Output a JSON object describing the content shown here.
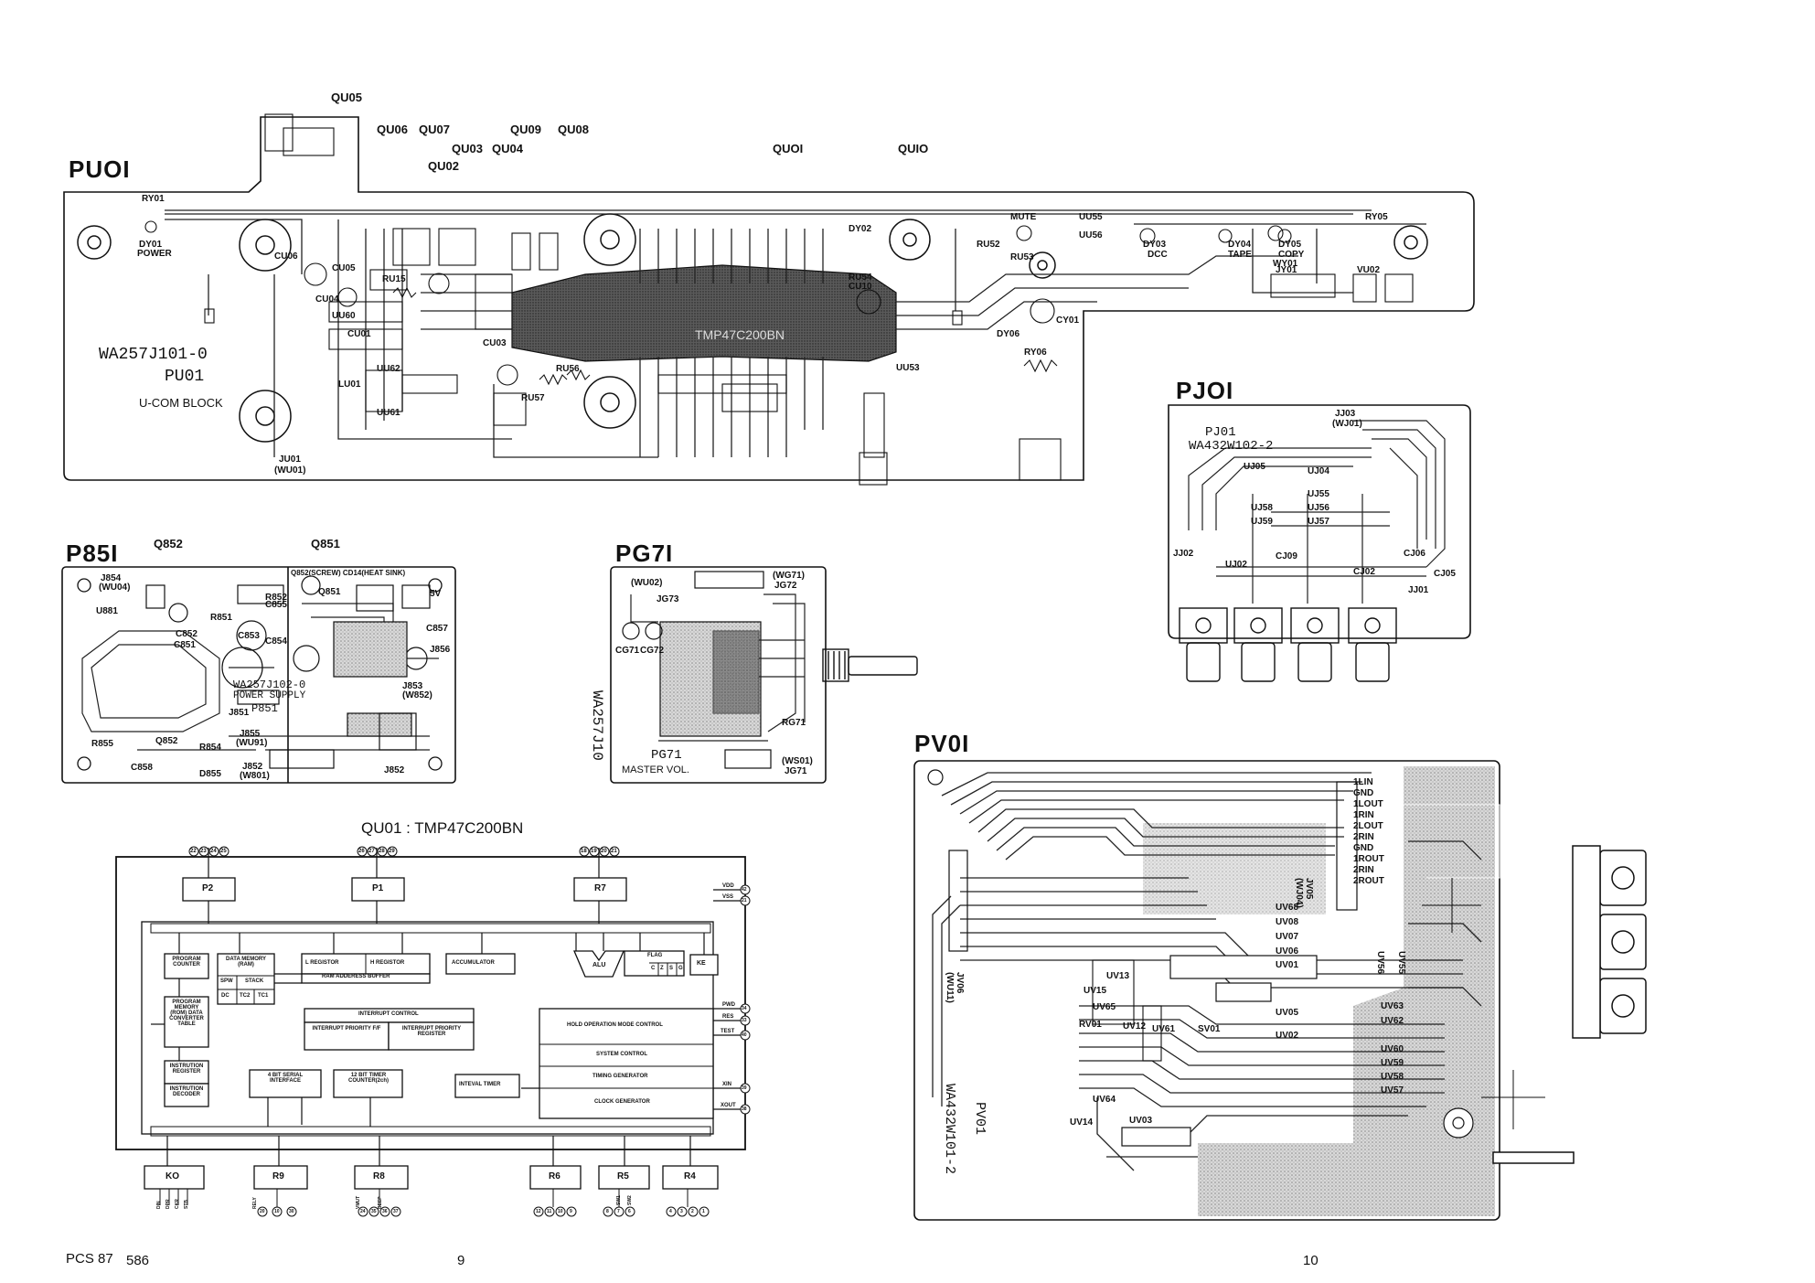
{
  "boards": {
    "pu01": {
      "title": "PUOI",
      "part_number": "WA257J101-0",
      "board_code": "PU01",
      "block_name": "U-COM BLOCK",
      "chip_marking": "TMP47C200BN",
      "connector": "JU01",
      "connector_alt": "(WU01)",
      "transistors": [
        "QU05",
        "QU06",
        "QU07",
        "QU09",
        "QU08",
        "QU03",
        "QU04",
        "QU02",
        "QUOI",
        "QUIO"
      ],
      "parts": [
        "RY01",
        "DY01",
        "POWER",
        "UU55",
        "UU56",
        "DY03",
        "DCC",
        "DY04",
        "TAPE",
        "DY05",
        "COPY",
        "RY05",
        "RY06",
        "RU52",
        "RU53",
        "RU54",
        "CU10",
        "DY06",
        "CY01",
        "UU53",
        "RU56",
        "RU57",
        "UU62",
        "UU61",
        "LU01",
        "CU01",
        "CU03",
        "CU04",
        "CU05",
        "CU06",
        "UU60",
        "RU15",
        "DY02",
        "MUTE",
        "JY01",
        "WY01",
        "VU02"
      ]
    },
    "pj01": {
      "title": "PJOI",
      "board_code": "PJ01",
      "part_number": "WA432W102-2",
      "parts": [
        "JJ03",
        "(WJ01)",
        "UJ04",
        "UJ05",
        "UJ55",
        "UJ56",
        "UJ57",
        "UJ58",
        "UJ59",
        "CJ06",
        "CJ05",
        "JJ01",
        "JJ02",
        "CJ09",
        "CJ02",
        "UJ02"
      ]
    },
    "p851": {
      "title": "P85I",
      "q_labels": [
        "Q852",
        "Q851"
      ],
      "part_number": "WA257J102-0",
      "subtitle": "POWER SUPPLY",
      "board_code": "P851",
      "heatsink_note": "Q852(SCREW) CD14(HEAT SINK)",
      "badge": "5V",
      "parts": [
        "J854",
        "(WU04)",
        "U881",
        "C855",
        "Q851",
        "R852",
        "R851",
        "C853",
        "C854",
        "C852",
        "C851",
        "C857",
        "J856",
        "J853",
        "(W852)",
        "R855",
        "Q852",
        "R854",
        "J855",
        "(WU91)",
        "J852",
        "(W801)",
        "C858",
        "D855",
        "J851",
        "J852"
      ]
    },
    "pg71": {
      "title": "PG7I",
      "part_number": "WA257J10",
      "board_code": "PG71",
      "name": "MASTER VOL.",
      "parts": [
        "(WG71)",
        "JG72",
        "JG73",
        "(WU02)",
        "CG71",
        "CG72",
        "RG71",
        "(WS01)",
        "JG71"
      ]
    },
    "pv01": {
      "title": "PV0I",
      "part_number": "WA432W101-2",
      "board_code": "PV01",
      "parts": [
        "JV05",
        "(WJ04)",
        "JV06",
        "(WU11)",
        "UV13",
        "UV14",
        "UV15",
        "UV65",
        "UV61",
        "UV12",
        "UV64",
        "RV01",
        "UV68",
        "UV08",
        "UV07",
        "UV06",
        "UV05",
        "UV63",
        "UV62",
        "UV60",
        "UV59",
        "UV58",
        "UV57",
        "UV56",
        "UV55",
        "UV03",
        "UV02",
        "UV01",
        "SV01"
      ],
      "pin_labels": [
        "1LIN",
        "GND",
        "1LOUT",
        "1RIN",
        "2LOUT",
        "2RIN",
        "GND",
        "1ROUT",
        "2RIN",
        "2ROUT"
      ]
    }
  },
  "block_diagram": {
    "title": "QU01 : TMP47C200BN",
    "ports_top": [
      "P2",
      "P1",
      "R7"
    ],
    "ports_bottom": [
      "KO",
      "R9",
      "R8",
      "R6",
      "R5",
      "R4"
    ],
    "blocks": {
      "program_counter": "PROGRAM COUNTER",
      "data_memory": "DATA MEMORY (RAM)",
      "spw": "SPW",
      "stack": "STACK",
      "dc": "DC",
      "tc2": "TC2",
      "tc1": "TC1",
      "l_register": "L REGISTOR",
      "h_register": "H REGISTOR",
      "ram_buffer": "RAM ADDERESS BUFFER",
      "accumulator": "ACCUMULATOR",
      "alu": "ALU",
      "flag": "FLAG",
      "flag_bits": [
        "C",
        "Z",
        "S",
        "G"
      ],
      "ke": "KE",
      "program_memory": "PROGRAM MEMORY (ROM) DATA CONVERTER TABLE",
      "instruction_register": "INSTRUTION REGISTER",
      "instruction_decoder": "INSTRUTION DECODER",
      "interrupt_control": "INTERRUPT CONTROL",
      "interrupt_priority": "INTERRUPT PRIORITY F/F",
      "interrupt_register": "INTERRUPT PRIORITY REGISTER",
      "serial": "4 BIT SERIAL INTERFACE",
      "timer": "12 BIT TIMER COUNTER(2ch)",
      "interval_timer": "INTEVAL TIMER",
      "hold": "HOLD OPERATION MODE CONTROL",
      "system_control": "SYSTEM CONTROL",
      "timing_generator": "TIMING GENERATOR",
      "clock_generator": "CLOCK GENERATOR"
    },
    "right_pins": [
      "VDD",
      "VSS",
      "PWD",
      "RES",
      "TEST",
      "XIN",
      "XOUT"
    ],
    "right_pin_numbers": [
      "42",
      "21",
      "34",
      "33",
      "40",
      "39",
      "38"
    ],
    "top_pin_numbers": {
      "p2": [
        "22",
        "23",
        "24",
        "25"
      ],
      "p1": [
        "26",
        "27",
        "28",
        "29"
      ],
      "r7": [
        "18",
        "19",
        "20",
        "21"
      ]
    },
    "bottom_pin_numbers": {
      "r9": [
        "20",
        "10",
        "30"
      ],
      "r8": [
        "24",
        "35",
        "36",
        "37"
      ],
      "r6": [
        "12",
        "11",
        "10",
        "9"
      ],
      "r5": [
        "8",
        "7",
        "6"
      ],
      "r4": [
        "4",
        "3",
        "2",
        "1"
      ]
    },
    "bottom_pin_names": {
      "ko": [
        "DIN",
        "DPR",
        "CKR",
        "STB"
      ],
      "r9": [
        "RELY"
      ],
      "r8": [
        "VMUT",
        "BEEP"
      ],
      "r5": [
        "SW1",
        "SW2"
      ]
    }
  },
  "footer": {
    "doc_id": "PCS 87",
    "doc_num": "586",
    "page_left": "9",
    "page_right": "10"
  }
}
